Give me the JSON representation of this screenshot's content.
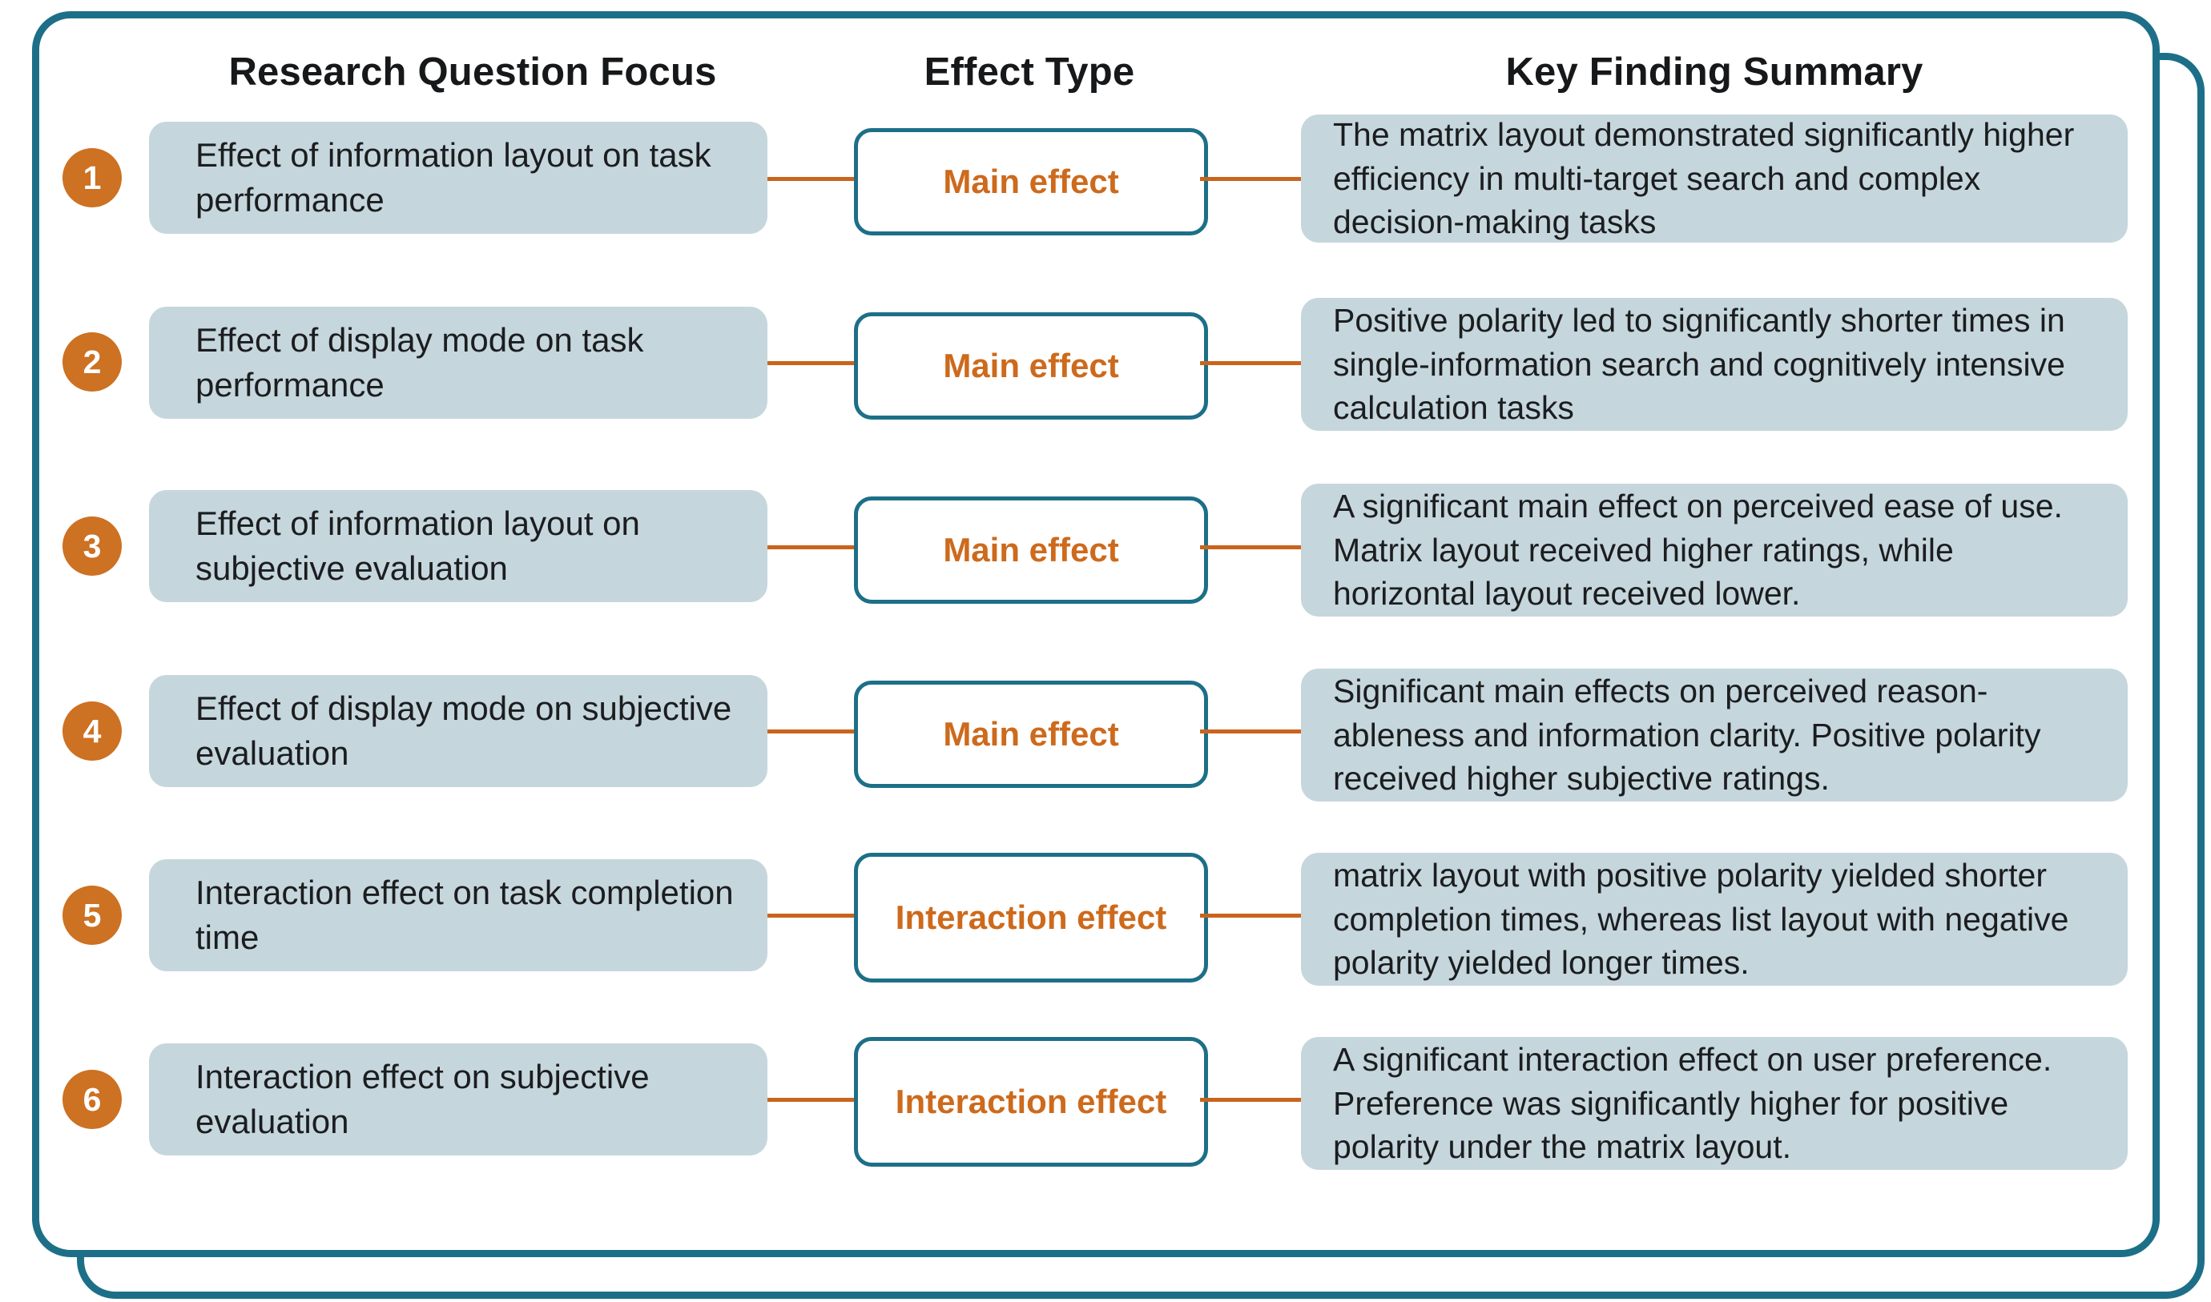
{
  "headers": {
    "research_question_focus": "Research Question Focus",
    "effect_type": "Effect Type",
    "key_finding_summary": "Key Finding Summary"
  },
  "colors": {
    "frame_border": "#1d6f88",
    "badge_fill": "#cd7122",
    "badge_text": "#ffffff",
    "box_fill": "#c6d6dd",
    "effect_box_border": "#1d6f88",
    "effect_box_fill": "#ffffff",
    "effect_text": "#cd6a1c",
    "connector": "#c8651c",
    "body_text": "#1b1d1f"
  },
  "rows": [
    {
      "number": "1",
      "research_question": "Effect of information layout on task performance",
      "effect_type": "Main effect",
      "key_finding": "The matrix layout demonstrated significantly higher efficiency in multi-target search and complex decision-making tasks"
    },
    {
      "number": "2",
      "research_question": "Effect of display mode on task performance",
      "effect_type": "Main effect",
      "key_finding": "Positive polarity led to significantly shorter times in single-information search and cognitively intensive calculation tasks"
    },
    {
      "number": "3",
      "research_question": "Effect of information layout on subjective evaluation",
      "effect_type": "Main effect",
      "key_finding": "A significant main effect on perceived ease of use. Matrix layout received higher ratings, while horizontal layout received lower."
    },
    {
      "number": "4",
      "research_question": "Effect of display mode on subjective evaluation",
      "effect_type": "Main effect",
      "key_finding": "Significant main effects on perceived reason-ableness and information clarity. Positive polarity received higher subjective ratings."
    },
    {
      "number": "5",
      "research_question": "Interaction effect on task completion time",
      "effect_type": "Interaction effect",
      "key_finding": "matrix layout with positive polarity yielded shorter completion times, whereas list layout with negative polarity yielded longer times."
    },
    {
      "number": "6",
      "research_question": "Interaction effect on subjective evaluation",
      "effect_type": "Interaction effect",
      "key_finding": "A significant interaction effect on user preference. Preference was significantly higher for positive polarity under the matrix layout."
    }
  ]
}
